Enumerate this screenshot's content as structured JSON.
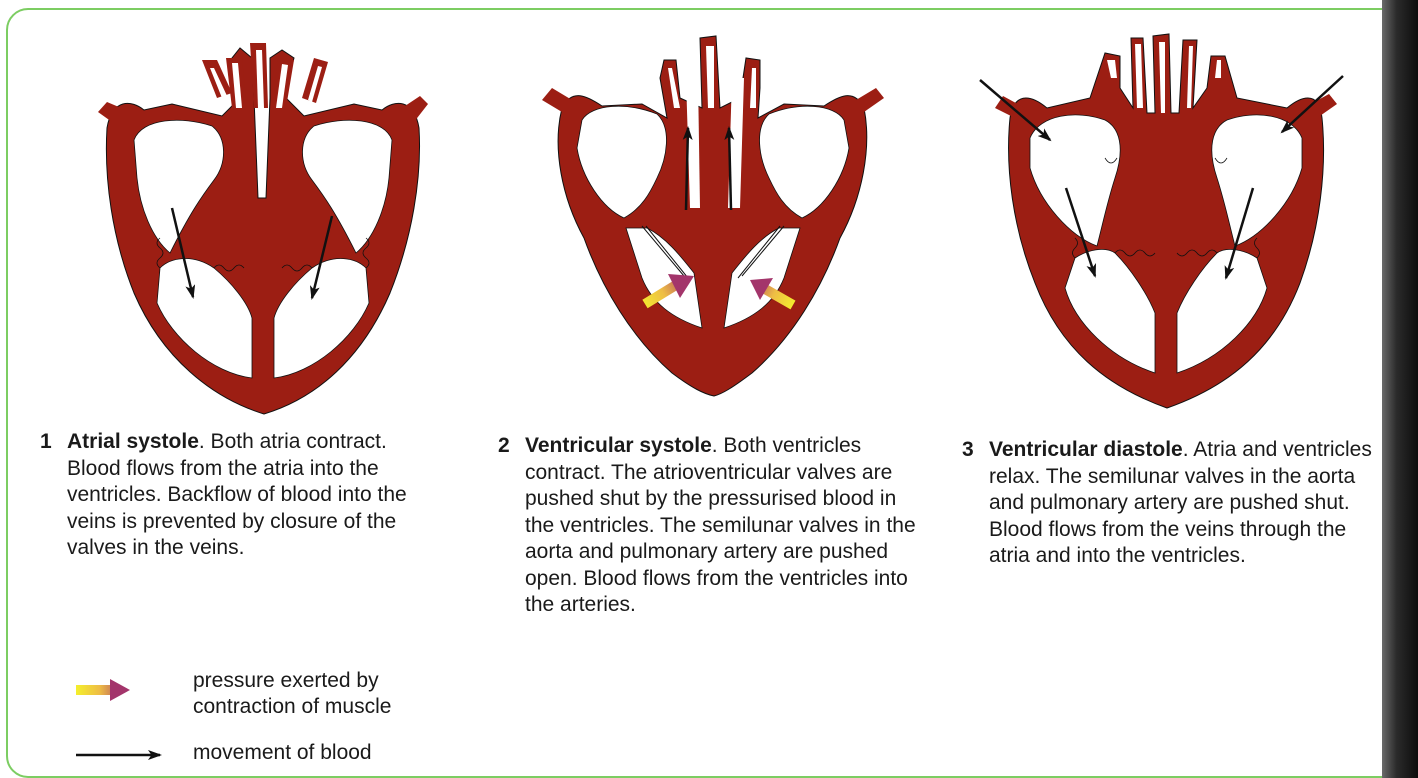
{
  "colors": {
    "heart_wall": "#9c1e13",
    "frame_border": "#7ccd62",
    "pressure_arrow_start": "#f4ef2c",
    "pressure_arrow_end": "#a3356b",
    "blood_arrow": "#111111"
  },
  "stages": [
    {
      "number": "1",
      "title": "Atrial systole",
      "text": ". Both atria contract. Blood flows from the atria into the ventricles. Backflow of blood into the veins is prevented by closure of the valves in the veins."
    },
    {
      "number": "2",
      "title": "Ventricular systole",
      "text": ". Both ventricles contract. The atrioventricular valves are pushed shut by the pressurised blood in the ventricles. The semilunar valves in the aorta and pulmonary artery are pushed open. Blood flows from the ventricles into the arteries."
    },
    {
      "number": "3",
      "title": "Ventricular diastole",
      "text": ". Atria and ventricles relax. The semilunar valves in the aorta and pulmonary artery are pushed shut. Blood flows from the veins through the atria and into the ventricles."
    }
  ],
  "legend": {
    "pressure": "pressure exerted by contraction of muscle",
    "movement": "movement of blood"
  },
  "icons": {
    "pressure": "gradient-arrow-icon",
    "movement": "black-arrow-icon"
  }
}
